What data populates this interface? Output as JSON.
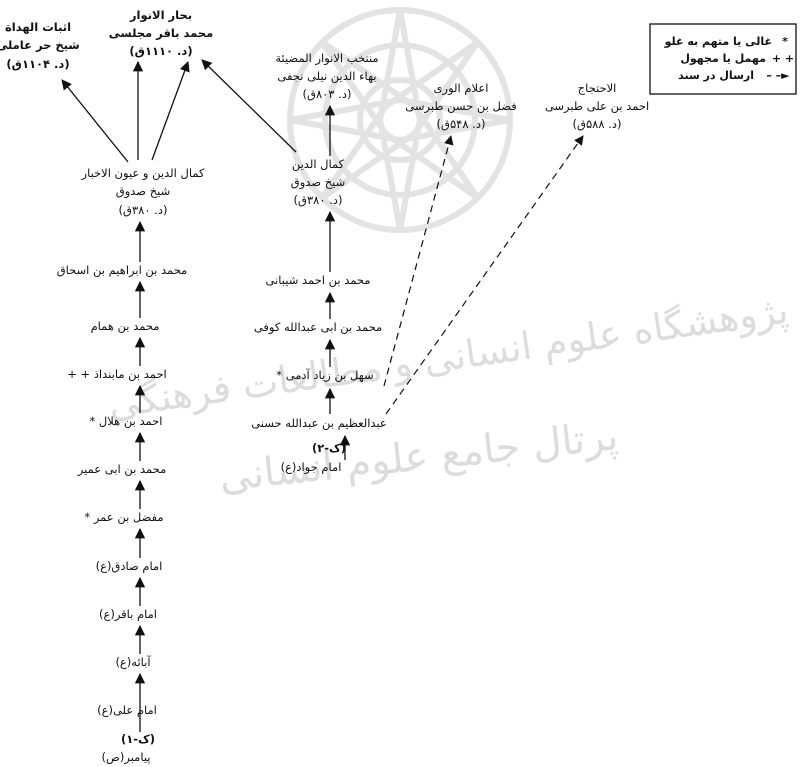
{
  "watermark": {
    "line1": "پژوهشگاه علوم انسانی و مطالعات فرهنگی",
    "line2": "پرتال جامع علوم انسانی"
  },
  "legend": {
    "items": [
      {
        "symbol": "*",
        "label": "غالی یا متهم به غلو"
      },
      {
        "symbol": "+ +",
        "label": "مهمل یا مجهول"
      },
      {
        "symbol": "– –►",
        "label": "ارسال در سند"
      }
    ]
  },
  "nodes": {
    "ithbat": [
      "اثبات الهداة",
      "شیخ حر عاملی",
      "(د. ۱۱۰۴ق)"
    ],
    "bihar": [
      "بحار الانوار",
      "محمد باقر مجلسی",
      "(د. ۱۱۱۰ق)"
    ],
    "muntakhab": [
      "منتخب الانوار المضیئة",
      "بهاء الدین نیلی نجفی",
      "(د. ۸۰۳ق)"
    ],
    "alam": [
      "اعلام الوری",
      "فضل بن حسن طبرسی",
      "(د. ۵۴۸ق)"
    ],
    "ihtijaj": [
      "الاحتجاج",
      "احمد بن علی طبرسی",
      "(د. ۵۸۸ق)"
    ],
    "kamal_left": [
      "کمال الدین و عیون الاخبار",
      "شیخ صدوق",
      "(د. ۳۸۰ق)"
    ],
    "kamal_mid": [
      "کمال الدین",
      "شیخ صدوق",
      "(د. ۳۸۰ق)"
    ],
    "left_chain": [
      "محمد بن ابراهیم بن اسحاق",
      "محمد بن همام",
      "+ + احمد بن مابنداذ",
      "* احمد بن هلال",
      "محمد بن ابی عمیر",
      "* مفضل بن عمر",
      "امام صادق(ع)",
      "امام باقر(ع)",
      "آبائه(ع)",
      "امام علی(ع)",
      "(ک-۱)",
      "پیامبر(ص)"
    ],
    "mid_chain": [
      "محمد بن احمد شیبانی",
      "محمد بن ابی عبدالله کوفی",
      "* سهل بن زیاد آدمی",
      "عبدالعظیم بن عبدالله حسنی",
      "(ک-۲)",
      "امام جواد(ع)"
    ]
  }
}
